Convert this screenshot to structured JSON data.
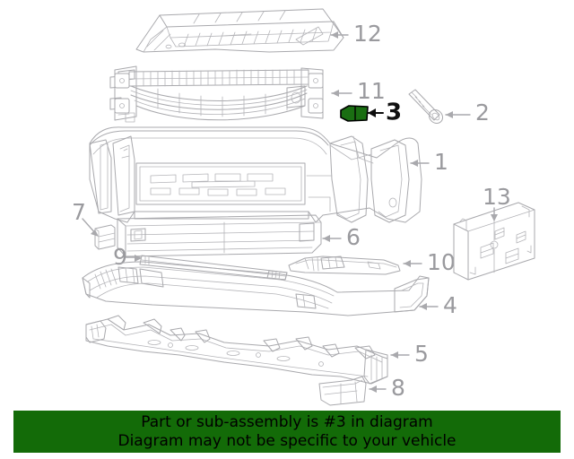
{
  "diagram": {
    "title": "Front bumper exploded parts diagram",
    "highlight_color": "#1a6e12",
    "line_color": "#a9a9ad",
    "label_color": "#9a9a9e",
    "highlight_label_color": "#101010",
    "highlighted_callout": "3",
    "callouts": [
      {
        "number": "1",
        "name": "bumper-cover",
        "highlighted": false
      },
      {
        "number": "2",
        "name": "screw",
        "highlighted": false
      },
      {
        "number": "3",
        "name": "bracket-highlighted",
        "highlighted": true
      },
      {
        "number": "4",
        "name": "lower-valance",
        "highlighted": false
      },
      {
        "number": "5",
        "name": "impact-absorber",
        "highlighted": false
      },
      {
        "number": "6",
        "name": "lower-grille",
        "highlighted": false
      },
      {
        "number": "7",
        "name": "clip",
        "highlighted": false
      },
      {
        "number": "8",
        "name": "tow-eye-cover",
        "highlighted": false
      },
      {
        "number": "9",
        "name": "trim-strip",
        "highlighted": false
      },
      {
        "number": "10",
        "name": "air-deflector",
        "highlighted": false
      },
      {
        "number": "11",
        "name": "bumper-reinforcement",
        "highlighted": false
      },
      {
        "number": "12",
        "name": "upper-grille-panel",
        "highlighted": false
      },
      {
        "number": "13",
        "name": "license-plate-bracket",
        "highlighted": false
      }
    ]
  },
  "notice": {
    "line1": "Part or sub-assembly is #3 in diagram",
    "line2": "Diagram may not be specific to your vehicle",
    "background": "#136b08",
    "text_color": "#000000"
  }
}
